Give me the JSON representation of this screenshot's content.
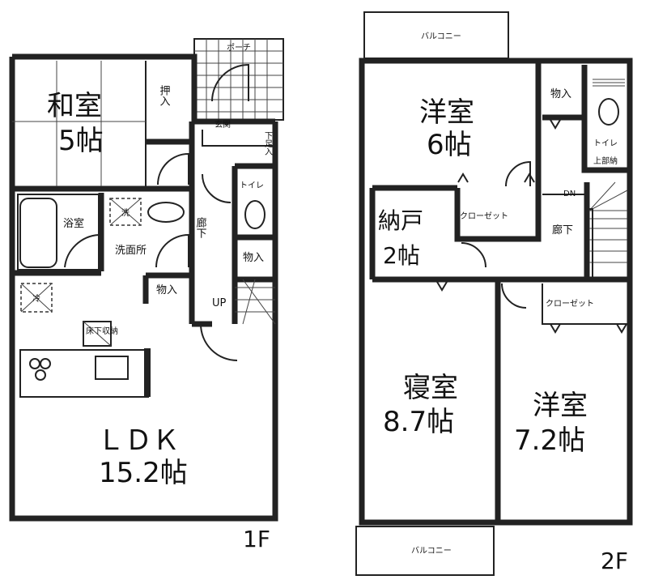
{
  "floor1": {
    "label": "1F",
    "rooms": {
      "washitsu": {
        "name": "和室",
        "size": "5帖"
      },
      "oshiire": "押入",
      "porch": "ポーチ",
      "genkan": "玄関",
      "getabako": "下足入",
      "bath": "浴室",
      "wash_symbol": "洗",
      "washroom": "洗面所",
      "corridor": "廊下",
      "toilet": "トイレ",
      "storage_a": "物入",
      "storage_b": "物入",
      "up": "UP",
      "fridge_symbol": "冷",
      "underfloor": "床下収納",
      "ldk": {
        "name": "ＬＤＫ",
        "size": "15.2帖"
      }
    }
  },
  "floor2": {
    "label": "2F",
    "rooms": {
      "balcony_top": "バルコニー",
      "balcony_bottom": "バルコニー",
      "youshitsu6": {
        "name": "洋室",
        "size": "6帖"
      },
      "storage": "物入",
      "toilet": "トイレ",
      "upper_storage": "上部納",
      "nando": {
        "name": "納戸",
        "size": "2帖"
      },
      "closet_a": "クローゼット",
      "closet_b": "クローゼット",
      "dn": "DN",
      "corridor": "廊下",
      "bedroom": {
        "name": "寝室",
        "size": "8.7帖"
      },
      "youshitsu72": {
        "name": "洋室",
        "size": "7.2帖"
      }
    }
  }
}
